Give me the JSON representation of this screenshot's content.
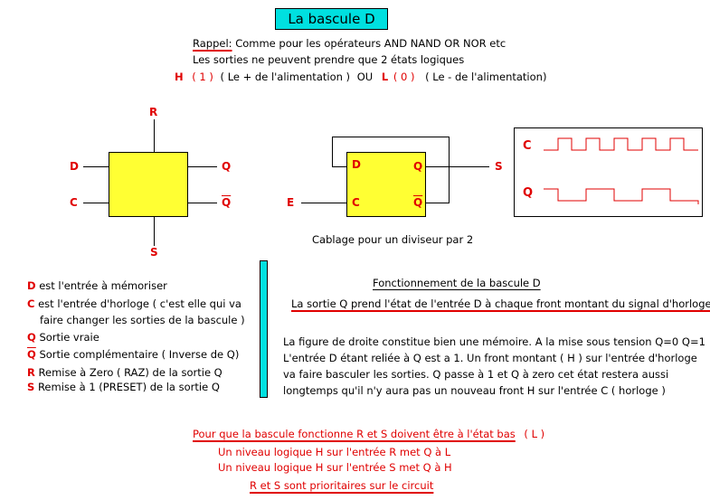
{
  "title": "La bascule D",
  "rappel": {
    "label": "Rappel:",
    "line1": "Comme pour les opérateurs AND NAND OR NOR etc",
    "line2": "Les sorties ne peuvent prendre que 2 états logiques",
    "h_label": "H",
    "h_value": "( 1 )",
    "h_desc": "( Le + de l'alimentation )",
    "ou": "OU",
    "l_label": "L",
    "l_value": "( 0 )",
    "l_desc": "( Le - de l'alimentation)"
  },
  "diagram1": {
    "r": "R",
    "d": "D",
    "c": "C",
    "s": "S",
    "q": "Q",
    "qbar": "Q"
  },
  "diagram2": {
    "d": "D",
    "c": "C",
    "q": "Q",
    "qbar": "Q",
    "e": "E",
    "s": "S",
    "caption": "Cablage pour un diviseur par 2"
  },
  "scope": {
    "c_label": "C",
    "q_label": "Q"
  },
  "definitions": [
    {
      "key": "D",
      "text": "est l'entrée à mémoriser"
    },
    {
      "key": "C",
      "text": "est l'entrée d'horloge  ( c'est elle qui va"
    },
    {
      "key": "",
      "text": "faire changer les sorties de la bascule )"
    },
    {
      "key": "Q",
      "text": "Sortie vraie"
    },
    {
      "key": "Q",
      "text": "Sortie complémentaire  ( Inverse de Q)"
    },
    {
      "key": "R",
      "text": "Remise à Zero  ( RAZ)  de la sortie Q"
    },
    {
      "key": "S",
      "text": "Remise à 1  (PRESET) de la sortie Q"
    }
  ],
  "fonctionnement": {
    "heading": "Fonctionnement de la bascule D",
    "rule": "La sortie Q prend l'état de l'entrée D à chaque front montant du signal d'horloge.",
    "para": [
      "La figure de droite constitue bien une mémoire. A la mise sous tension Q=0 Q=1",
      "L'entrée D étant reliée à Q est a 1. Un front montant  ( H )  sur l'entrée d'horloge",
      "va faire basculer les sorties.  Q passe à 1 et Q  à zero   cet état restera aussi",
      "longtemps qu'il n'y aura pas un nouveau front H sur  l'entrée C  ( horloge )"
    ]
  },
  "bottom": {
    "line1": "Pour que la bascule fonctionne R et S doivent être à l'état bas",
    "line1_tail": "( L )",
    "line2": "Un niveau logique H sur l'entrée R met Q à L",
    "line3": "Un niveau logique H sur l'entrée S met Q à H",
    "line4": "R et S sont prioritaires sur le circuit"
  }
}
